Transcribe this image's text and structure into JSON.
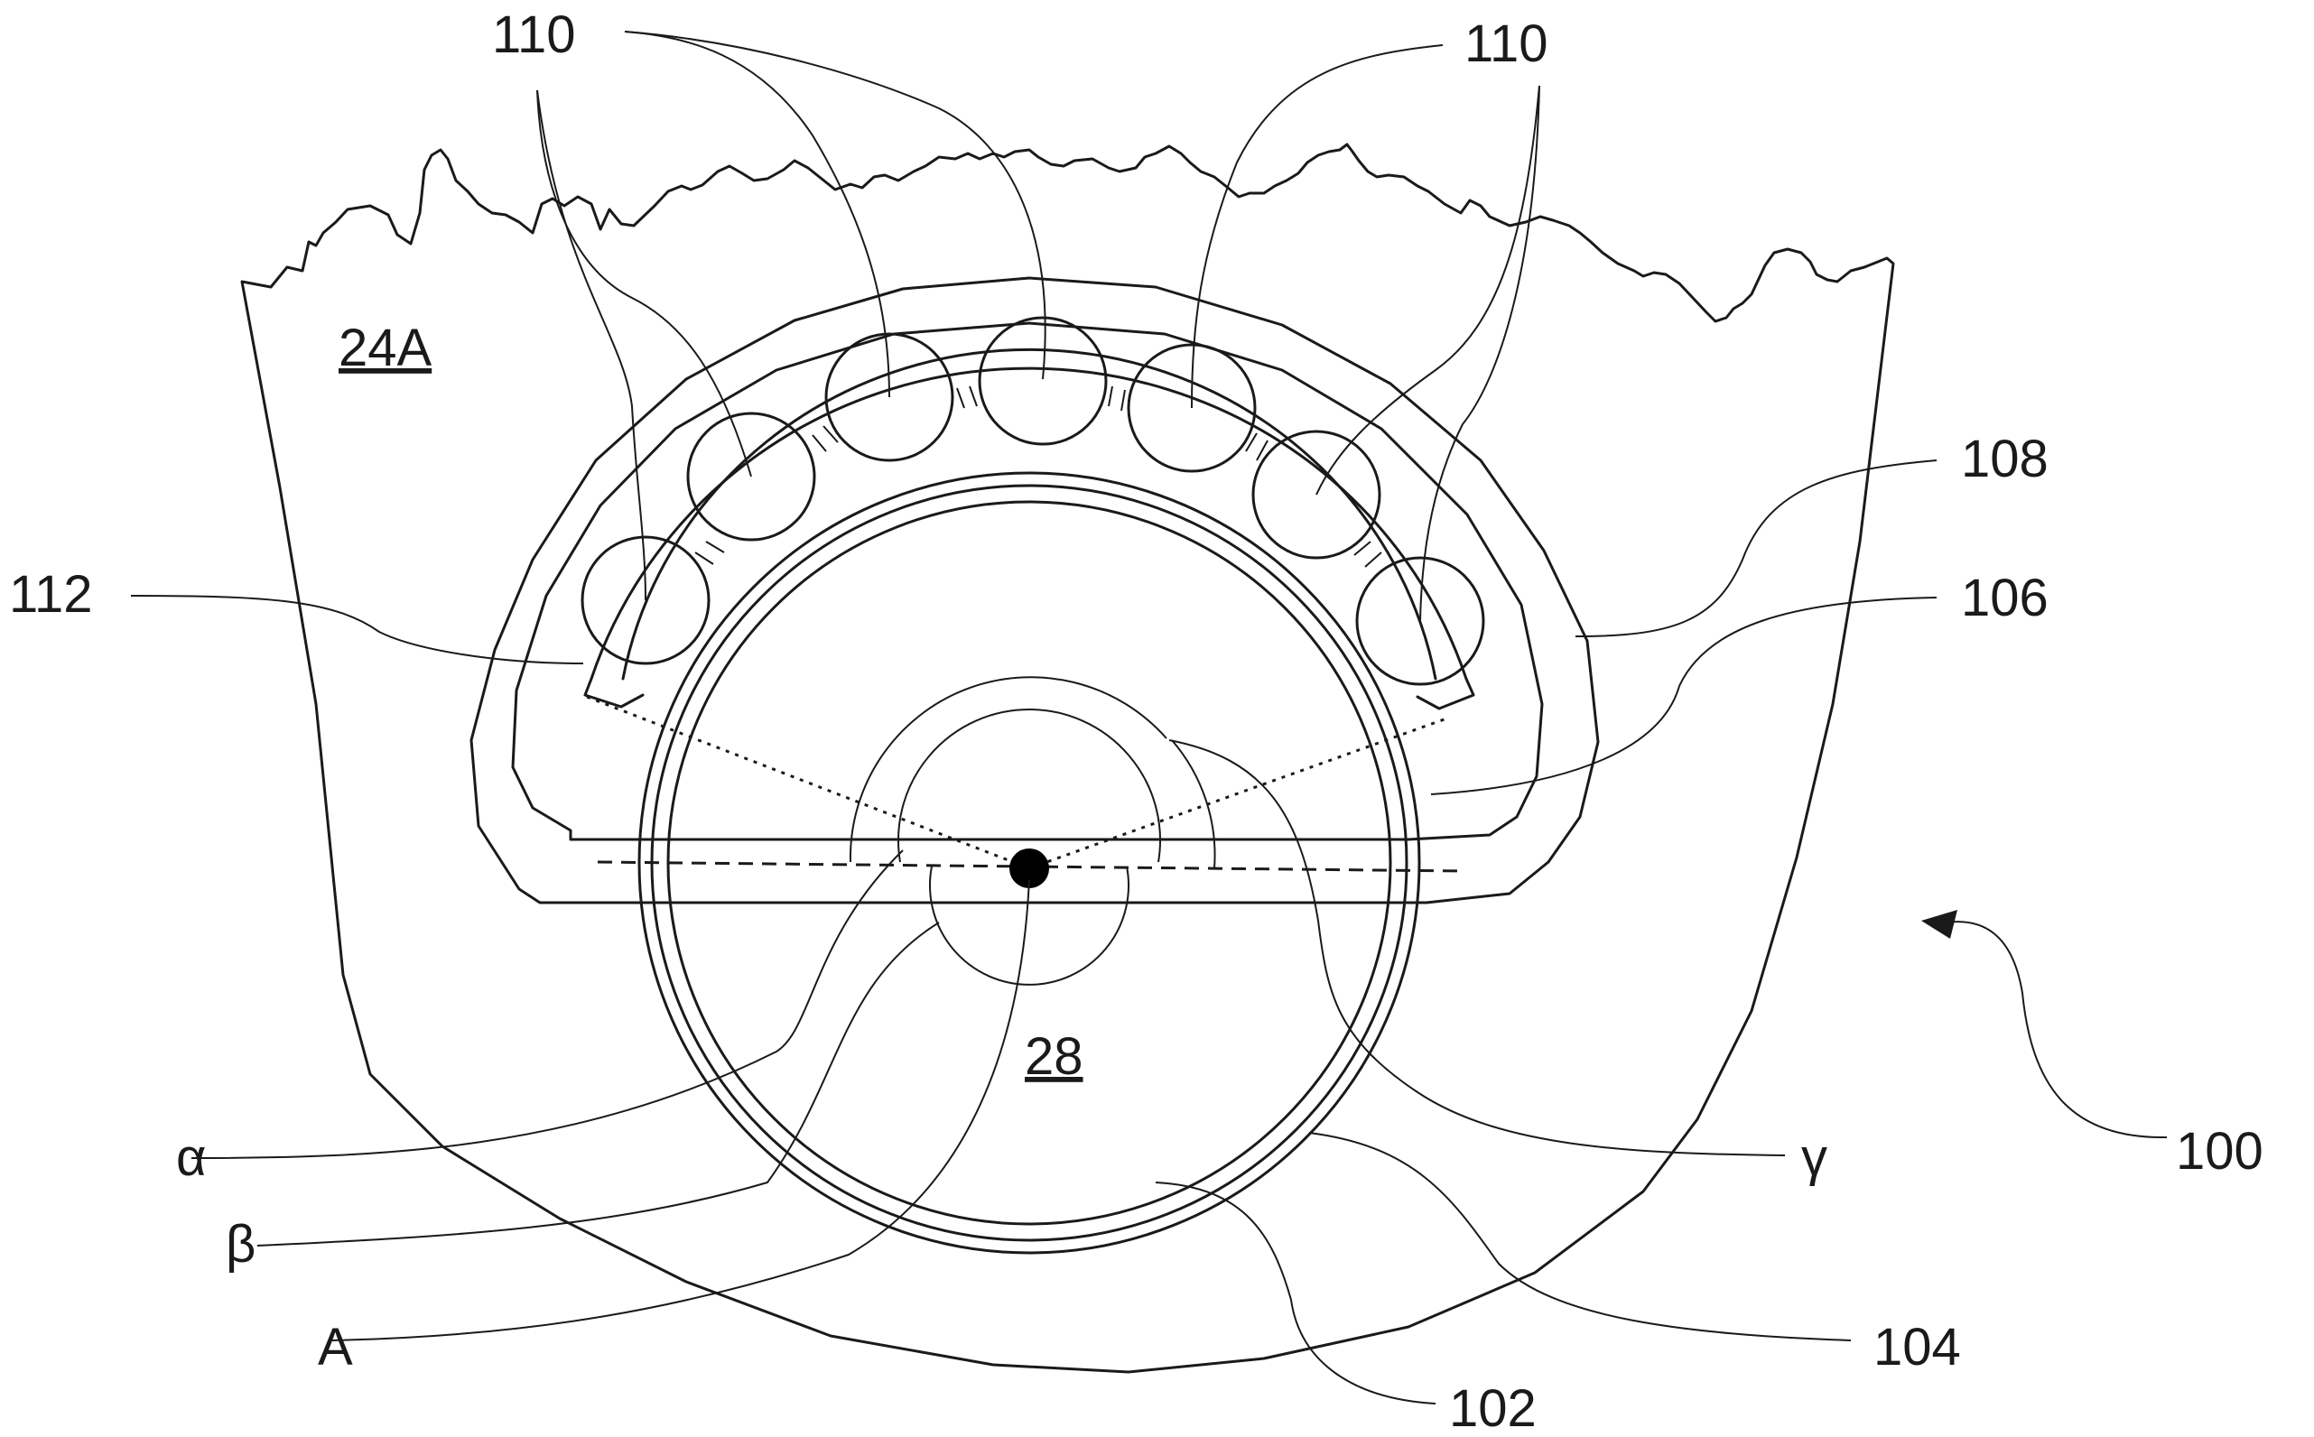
{
  "labels": {
    "housing": "24A",
    "shaft": "28",
    "roller_top_left": "110",
    "roller_top_right": "110",
    "cage": "108",
    "race": "106",
    "pin": "112",
    "device": "100",
    "alpha": "α",
    "beta": "β",
    "gamma": "γ",
    "axis": "A",
    "outer_ring": "104",
    "inner_ring": "102"
  }
}
